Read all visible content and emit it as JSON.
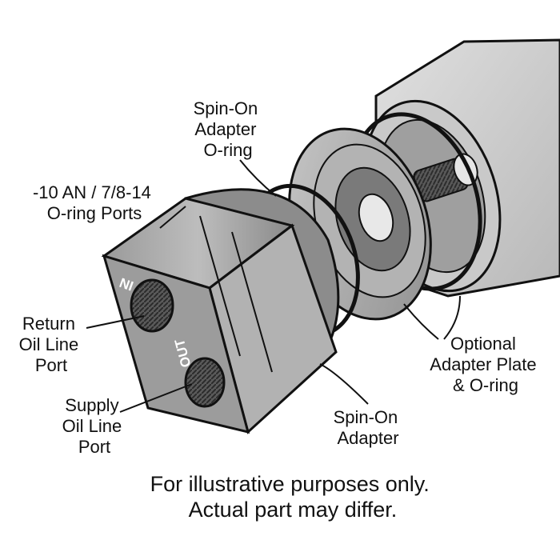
{
  "labels": {
    "spin_on_oring": [
      "Spin-On",
      "Adapter",
      "O-ring"
    ],
    "ports": [
      "-10 AN / 7/8-14",
      "O-ring Ports"
    ],
    "return_port": [
      "Return",
      "Oil Line",
      "Port"
    ],
    "supply_port": [
      "Supply",
      "Oil Line",
      "Port"
    ],
    "spin_on_adapter": [
      "Spin-On",
      "Adapter"
    ],
    "optional_plate": [
      "Optional",
      "Adapter Plate",
      "& O-ring"
    ]
  },
  "stamps": {
    "in": "IN",
    "out": "OUT"
  },
  "disclaimer": [
    "For illustrative purposes only.",
    "Actual part may differ."
  ],
  "colors": {
    "metal_light": "#d6d6d6",
    "metal_mid": "#a9a9a9",
    "metal_dark": "#6e6e6e",
    "ink": "#111111"
  }
}
